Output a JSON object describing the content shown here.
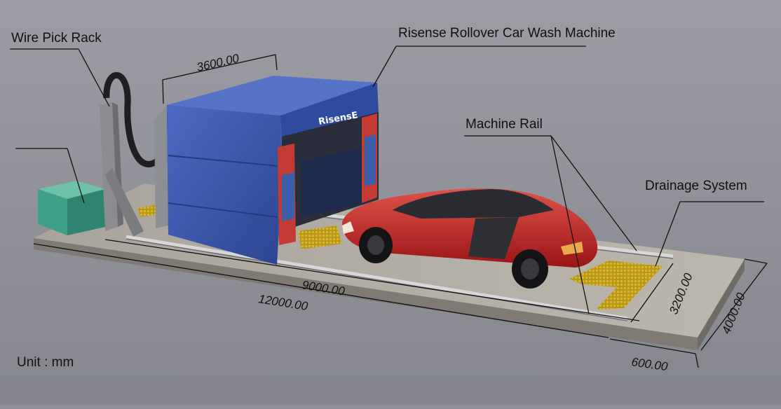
{
  "callouts": {
    "wire_pick_rack": "Wire Pick Rack",
    "car_wash_machine": "Risense Rollover Car Wash Machine",
    "machine_rail": "Machine Rail",
    "drainage_system": "Drainage System"
  },
  "dimensions": {
    "machine_width": "3600.00",
    "rail_length": "9000.00",
    "total_length": "12000.00",
    "rail_span": "3200.00",
    "total_width": "4000.00",
    "end_margin": "600.00"
  },
  "unit_label": "Unit : mm",
  "machine_logo": "RisensE",
  "colors": {
    "background": "#8f9098",
    "machine_blue": "#3a55a8",
    "machine_red": "#c43b36",
    "car_red": "#c4282a",
    "drain_yellow": "#c9a81a",
    "control_box_green": "#3fa08a"
  }
}
